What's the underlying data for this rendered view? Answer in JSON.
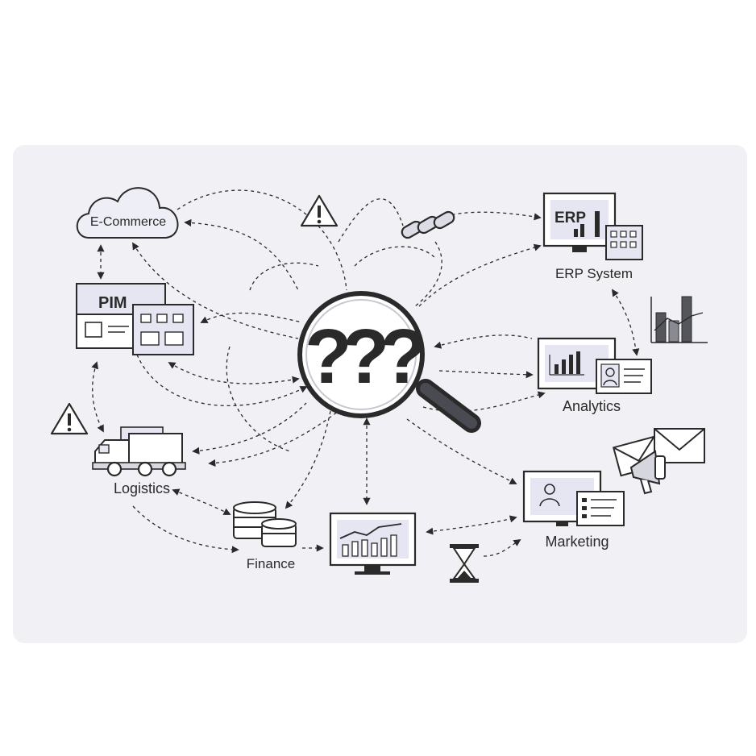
{
  "nodes": {
    "ecommerce": {
      "label": "E-Commerce"
    },
    "pim": {
      "label": "PIM"
    },
    "erp": {
      "label": "ERP System",
      "screen_text": "ERP"
    },
    "analytics": {
      "label": "Analytics"
    },
    "logistics": {
      "label": "Logistics"
    },
    "finance": {
      "label": "Finance"
    },
    "marketing": {
      "label": "Marketing"
    }
  },
  "center": {
    "symbol": "???"
  },
  "icons": [
    "cloud-icon",
    "pim-dashboard-icon",
    "erp-monitor-icon",
    "building-icon",
    "bar-chart-icon",
    "analytics-monitor-icon",
    "profile-card-icon",
    "envelope-icon",
    "megaphone-icon",
    "truck-icon",
    "coins-icon",
    "finance-monitor-icon",
    "hourglass-icon",
    "marketing-monitor-icon",
    "warning-icon",
    "chain-link-icon",
    "magnifying-glass-icon"
  ],
  "colors": {
    "ink": "#2a2a2a",
    "panel": "#f1f1f5",
    "screen": "#e6e6f2",
    "fill": "#ffffff"
  }
}
